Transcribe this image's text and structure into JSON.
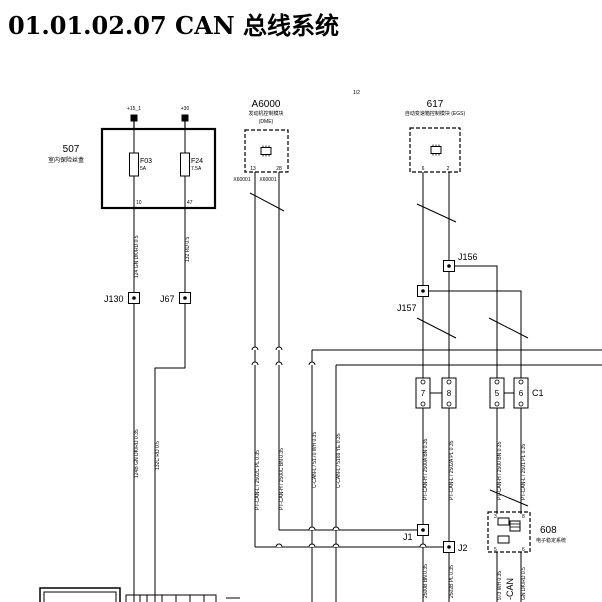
{
  "title": "01.01.02.07 CAN 总线系统",
  "page_indicator": "1/2",
  "fuse_box": {
    "id": "507",
    "name": "室内保险丝盒",
    "power_labels": [
      "+15_1",
      "+30"
    ],
    "fuses": [
      {
        "id": "F03",
        "rating": "5A",
        "pin": "10"
      },
      {
        "id": "F24",
        "rating": "7.5A",
        "pin": "47"
      }
    ]
  },
  "dme": {
    "id": "A6000",
    "name": "发动机控制模块",
    "subtitle": "(DME)",
    "pins": [
      "13",
      "28"
    ],
    "connectors": [
      "X60001",
      "X60001"
    ]
  },
  "egs": {
    "id": "617",
    "name": "自动变速箱控制模块 (EGS)",
    "pins": [
      "6",
      "2"
    ]
  },
  "dsc": {
    "id": "608",
    "name": "电子稳定系统",
    "pins": [
      "3",
      "8",
      "5",
      "6"
    ]
  },
  "junctions": {
    "j156": "J156",
    "j157": "J157",
    "j130": "J130",
    "j67": "J67",
    "j1": "J1",
    "j2": "J2"
  },
  "connector_c1": {
    "id": "C1",
    "pins": [
      "7",
      "8",
      "5",
      "6"
    ]
  },
  "wire_labels": {
    "w124": "124 GN DK/RD 0.5",
    "w132": "132 RD 0.5",
    "w124b": "124B GN DK/RD 0.35",
    "w132c": "132C RD 0.5",
    "w2502c": "PT-CAN-L / 2502C PL 0.35",
    "w2500c": "PT-CAN-H / 2500C BN 0.35",
    "w5170": "C-CAN-L / 5170 WH 0.35",
    "w5169": "C-CAN-L / 5169 YE 0.35",
    "w2500a": "PT-CAN-H / 2500A BN 0.35",
    "w2502a": "PT-CAN-L / 2502A PL 0.35",
    "w2500": "PT-CAN-H / 2500 BN 0.35",
    "w2501": "PT-CAN-L / 2501 PL 0.35",
    "w2500b": "2500B BN 0.35",
    "w2502b": "2502B PL 0.35",
    "w973": "973 WH 0.35",
    "wcan": "-CAN",
    "w124dk": "GN DK/RD 0.5"
  }
}
